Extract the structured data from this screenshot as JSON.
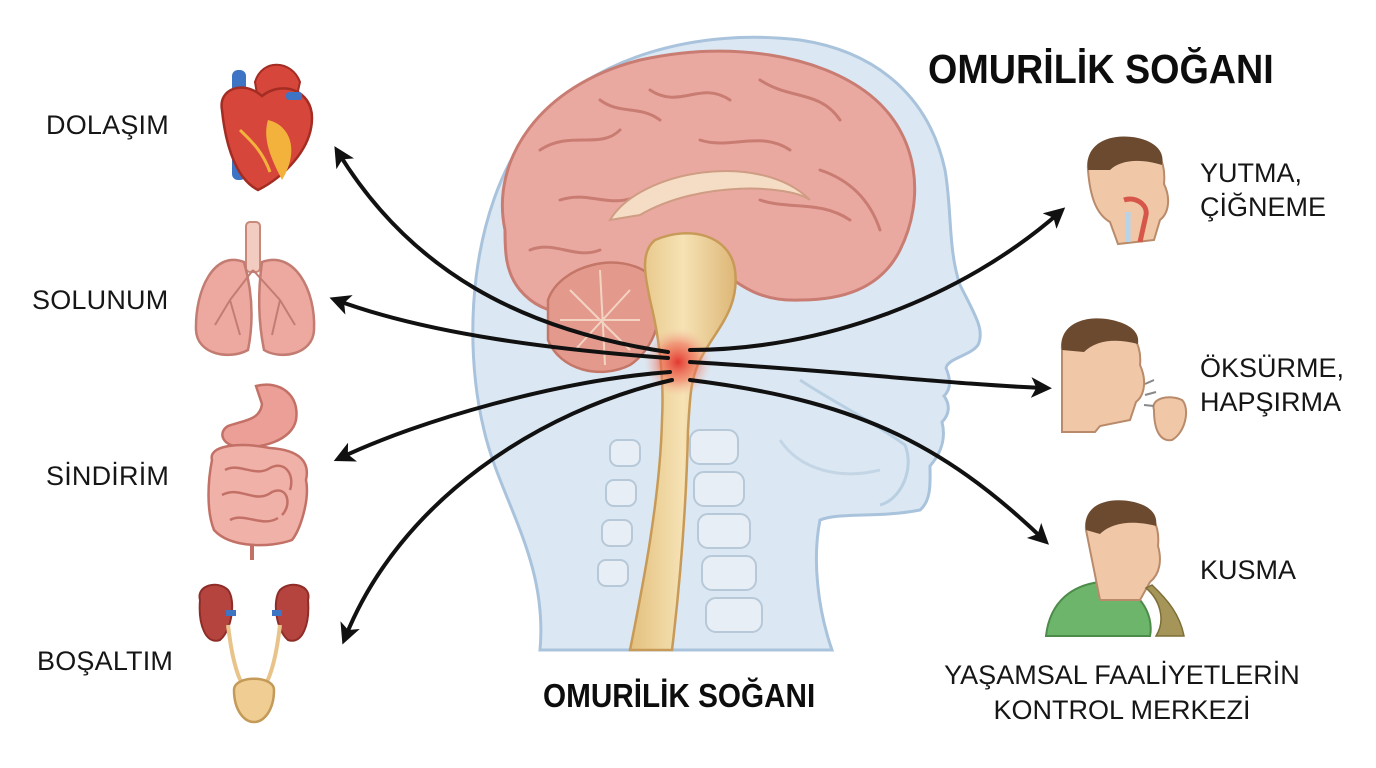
{
  "title": "OMURİLİK SOĞANI",
  "center_label": "OMURİLİK SOĞANI",
  "caption": {
    "line1": "YAŞAMSAL FAALİYETLERİN",
    "line2": "KONTROL MERKEZİ"
  },
  "left_functions": [
    {
      "label": "DOLAŞIM",
      "icon": "heart-icon"
    },
    {
      "label": "SOLUNUM",
      "icon": "lungs-icon"
    },
    {
      "label": "SİNDİRİM",
      "icon": "digestive-system-icon"
    },
    {
      "label": "BOŞALTIM",
      "icon": "urinary-system-icon"
    }
  ],
  "right_functions": [
    {
      "line1": "YUTMA,",
      "line2": "ÇİĞNEME",
      "icon": "swallowing-person-icon"
    },
    {
      "line1": "ÖKSÜRME,",
      "line2": "HAPŞIRMA",
      "icon": "coughing-person-icon"
    },
    {
      "line1": "KUSMA",
      "line2": "",
      "icon": "vomiting-person-icon"
    }
  ],
  "colors": {
    "brain": "#eaa9a0",
    "head": "#dbe8f3",
    "medulla_highlight": "#e23b2e",
    "spinal_cord": "#efd39a",
    "arrow": "#111111"
  }
}
